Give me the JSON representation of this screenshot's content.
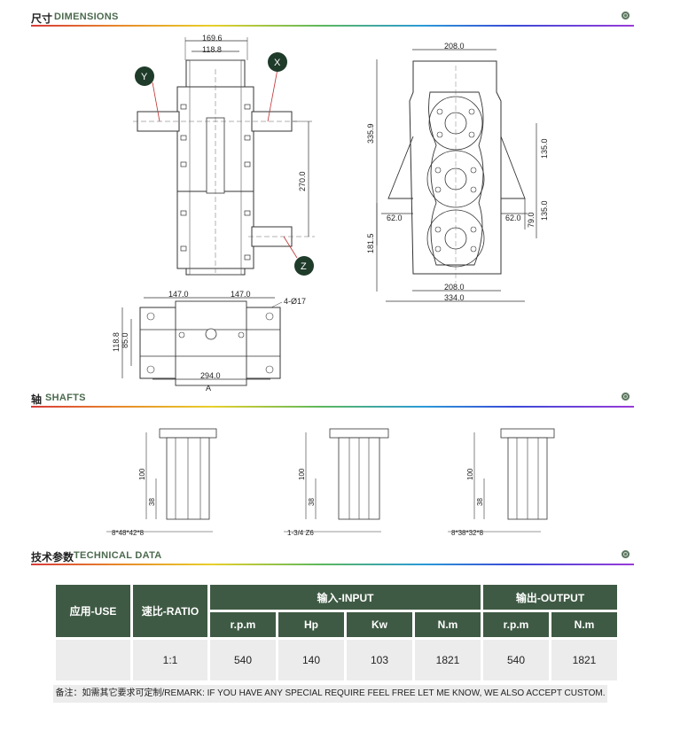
{
  "sections": {
    "dimensions": {
      "cn": "尺寸",
      "en": "DIMENSIONS"
    },
    "shafts": {
      "cn": "轴",
      "en": "SHAFTS"
    },
    "technical": {
      "cn": "技术参数",
      "en": "TECHNICAL DATA"
    }
  },
  "front_view": {
    "dims": {
      "top_outer": "169.6",
      "top_inner": "118.8",
      "center": "270.0"
    },
    "labels": {
      "y": "Y",
      "x": "X",
      "z": "Z"
    }
  },
  "side_view": {
    "dims": {
      "top": "208.0",
      "height": "335.9",
      "upper": "135.0",
      "lower_right": "135.0",
      "left": "62.0",
      "right": "62.0",
      "small": "79.0",
      "lower_left": "181.5",
      "bottom_inner": "208.0",
      "bottom_outer": "334.0"
    }
  },
  "base_view": {
    "dims": {
      "left": "147.0",
      "right": "147.0",
      "holes": "4-Ø17",
      "h_outer": "118.8",
      "h_inner": "85.0",
      "width": "294.0"
    },
    "label": "A"
  },
  "shafts": {
    "s1": {
      "len": "100",
      "seg": "38",
      "spec": "8*48*42*8"
    },
    "s2": {
      "len": "100",
      "seg": "38",
      "spec": "1-3/4 Z6"
    },
    "s3": {
      "len": "100",
      "seg": "38",
      "spec": "8*38*32*8"
    }
  },
  "table": {
    "use": "应用-USE",
    "ratio": "速比-RATIO",
    "input": "输入-INPUT",
    "output": "输出-OUTPUT",
    "sub": [
      "r.p.m",
      "Hp",
      "Kw",
      "N.m",
      "r.p.m",
      "N.m"
    ],
    "row": {
      "use": "",
      "ratio": "1:1",
      "in_rpm": "540",
      "hp": "140",
      "kw": "103",
      "in_nm": "1821",
      "out_rpm": "540",
      "out_nm": "1821"
    }
  },
  "remark": "备注：如需其它要求可定制/REMARK: IF YOU HAVE ANY SPECIAL REQUIRE FEEL FREE LET ME KNOW, WE ALSO ACCEPT CUSTOM."
}
